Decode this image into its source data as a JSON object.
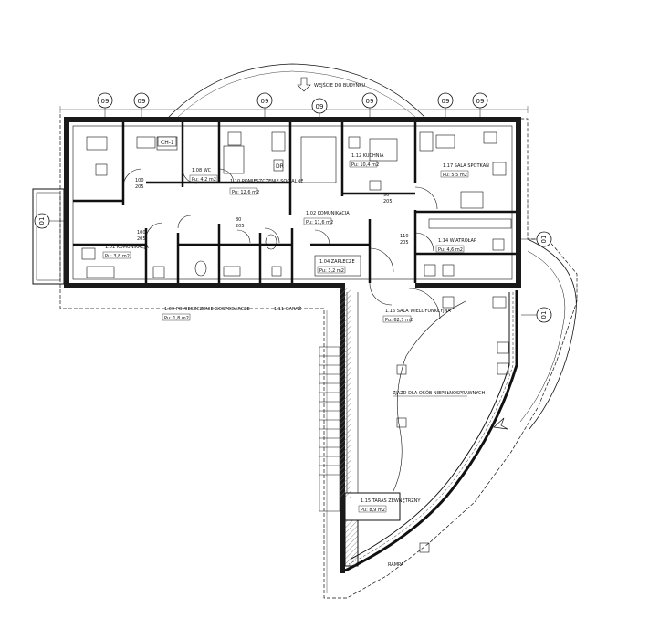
{
  "axis_labels": {
    "a1": "09",
    "a2": "09",
    "a3": "09",
    "a4": "09",
    "a5": "09",
    "a6": "09",
    "a7": "09",
    "left": "01",
    "right1": "01",
    "right2": "01"
  },
  "entrance_label": "WEJŚCIE DO BUDYNKU",
  "rooms": {
    "r1": "1.08 WC",
    "r2": "1.10 POMIESZCZENIE SOCJALNE",
    "r3": "1.01 KOMUNIKACJA",
    "r4": "1.02 KOMUNIKACJA",
    "r5": "1.17 SALA SPOTKAŃ",
    "r6": "1.12 KUCHNIA",
    "r7": "1.04 ZAPLECZE",
    "r8": "1.09 POMIESZCZENIE GOSPODARCZE",
    "r9": "1.11 GARAŻ",
    "r10": "1.16 SALA WIELOFUNKCYJNA",
    "r11": "1.14 WIATROŁAP",
    "r12": "1.15 TARAS ZEWNĘTRZNY"
  },
  "areas": {
    "a1": "Pu: 4,2 m2",
    "a2": "Pu: 12,6 m2",
    "a3": "Pu: 3,8 m2",
    "a4": "Pu: 11,6 m2",
    "a5": "Pu: 5,5 m2",
    "a6": "Pu: 10,4 m2",
    "a7": "Pu: 3,2 m2",
    "a8": "Pu: 1,8 m2",
    "a9": "Pu: 62,7 m2",
    "a10": "Pu: 4,6 m2",
    "a11": "Pu: 8,9 m2"
  },
  "door_tags": {
    "d1": "100",
    "d2": "205",
    "d3": "90",
    "d4": "205",
    "d5": "110",
    "d6": "205",
    "d7": "100",
    "d8": "205",
    "d9": "80",
    "d10": "205"
  },
  "callouts": {
    "c1": "ZJAZD DLA OSÓB NIEPEŁNOSPRAWNYCH",
    "c2": "RAMPA"
  },
  "equipment": {
    "e1": "CH-1",
    "e2": "DR"
  },
  "colors": {
    "line": "#111111",
    "wall_fill": "#1a1a1a",
    "hatch": "#777777"
  }
}
